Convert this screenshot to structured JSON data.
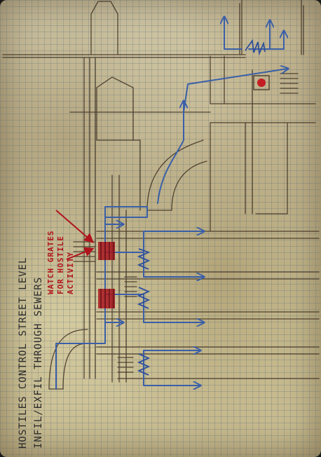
{
  "map": {
    "title_note": {
      "line1": "HOSTILES CONTROL STREET LEVEL",
      "line2": "INFIL/EXFIL THROUGH SEWERS"
    },
    "grate_note": {
      "line1": "WATCH GRATES",
      "line2": "FOR HOSTILE",
      "line3": "ACTIVITY"
    }
  },
  "colors": {
    "paper": "#d4ca9f",
    "pencil": "#3d2f22",
    "route_ink": "#3a5fa8",
    "warning_ink": "#b0141c",
    "grate_fill": "#a81820",
    "objective_dot": "#c41e24"
  },
  "icons": {
    "grate": "grate-icon",
    "objective": "objective-marker-icon",
    "arrow": "arrow-icon"
  }
}
